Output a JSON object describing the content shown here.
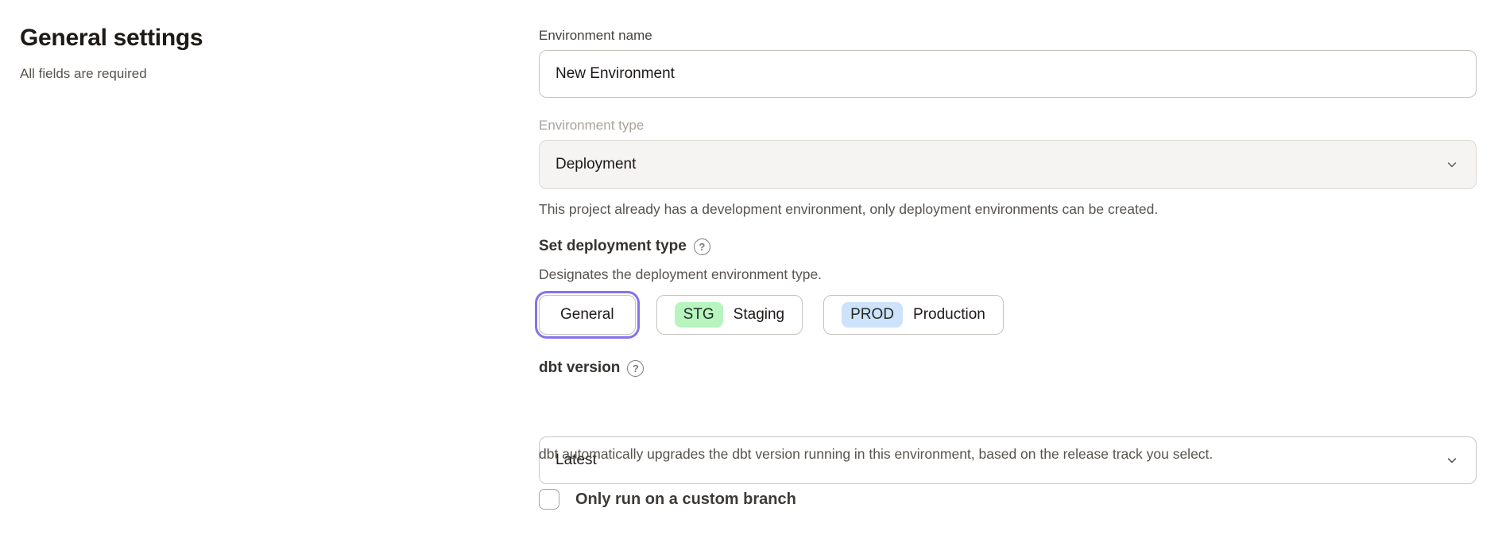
{
  "header": {
    "title": "General settings",
    "subtitle": "All fields are required"
  },
  "form": {
    "environment_name": {
      "label": "Environment name",
      "value": "New Environment"
    },
    "environment_type": {
      "label": "Environment type",
      "value": "Deployment",
      "disabled": true,
      "helper": "This project already has a development environment, only deployment environments can be created."
    },
    "deployment_type": {
      "label": "Set deployment type",
      "help_icon": "?",
      "helper": "Designates the deployment environment type.",
      "options": [
        {
          "label": "General",
          "selected": true
        },
        {
          "badge": "STG",
          "label": "Staging",
          "badge_color": "#b8f4be"
        },
        {
          "badge": "PROD",
          "label": "Production",
          "badge_color": "#cfe2fb"
        }
      ]
    },
    "dbt_version": {
      "label": "dbt version",
      "help_icon": "?",
      "value": "Latest",
      "helper": "dbt automatically upgrades the dbt version running in this environment, based on the release track you select."
    },
    "custom_branch": {
      "label": "Only run on a custom branch",
      "checked": false
    }
  },
  "colors": {
    "accent_ring": "#8672e9",
    "stg_badge": "#b8f4be",
    "prod_badge": "#cfe2fb",
    "disabled_field_bg": "#f5f4f2"
  }
}
